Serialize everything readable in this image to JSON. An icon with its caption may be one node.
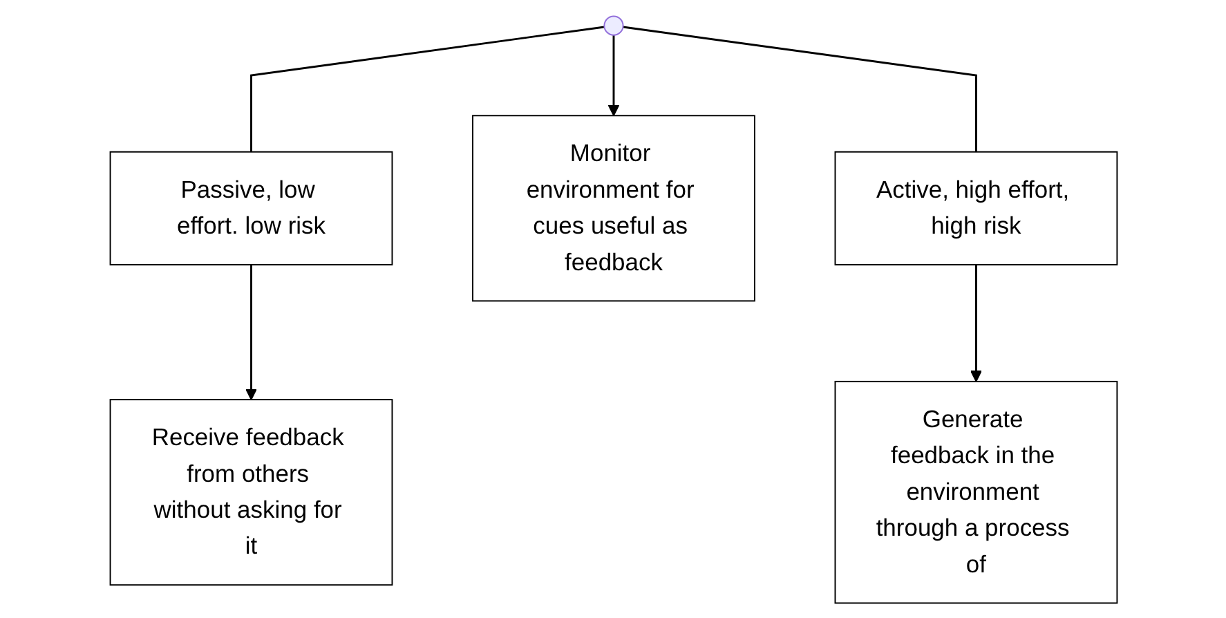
{
  "diagram": {
    "nodes": [
      {
        "text": [
          "Passive, low effort. low risk"
        ]
      },
      {
        "text": [
          "Active, high effort, high risk"
        ]
      },
      {
        "text": [
          "Monitor environment for cues useful as feedback"
        ]
      },
      {
        "text": [
          "Receive feedback from others without asking for it"
        ]
      },
      {
        "text": [
          "Generate feedback in the environment through a process of"
        ]
      }
    ],
    "edges": [
      {
        "from": null,
        "to": 0,
        "arrow": "none"
      },
      {
        "from": null,
        "to": 2,
        "arrow": "to"
      },
      {
        "from": null,
        "to": 1,
        "arrow": "none"
      },
      {
        "from": 0,
        "to": 3,
        "arrow": "to"
      },
      {
        "from": 1,
        "to": 4,
        "arrow": "to"
      }
    ]
  }
}
